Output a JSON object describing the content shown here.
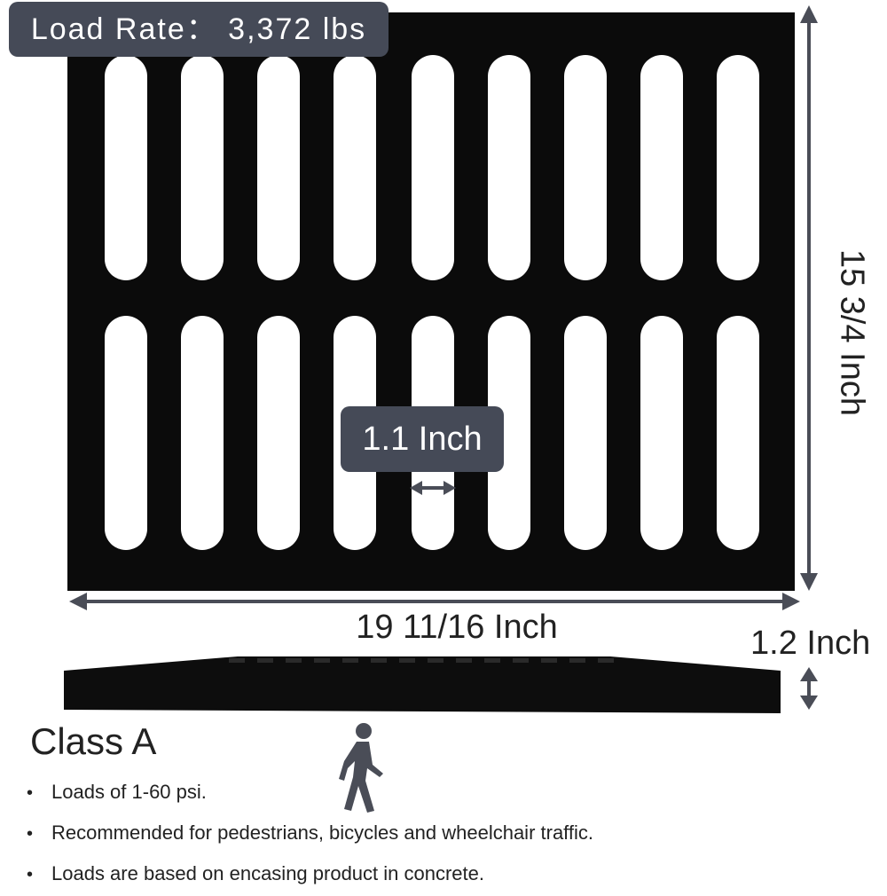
{
  "load_rate": "Load Rate： 3,372 lbs",
  "dimensions": {
    "width": "19 11/16 Inch",
    "height": "15 3/4 Inch",
    "thickness": "1.2 Inch",
    "slot_width": "1.1 Inch"
  },
  "class_info": {
    "title": "Class A",
    "bullets": [
      "Loads of 1-60 psi.",
      "Recommended for pedestrians, bicycles and wheelchair traffic.",
      "Loads are based on encasing product in concrete."
    ]
  },
  "icons": {
    "person": "walking-person-icon",
    "arrows": "double-arrow-icon"
  },
  "colors": {
    "grate": "#0b0b0b",
    "badge": "#454a57",
    "arrow": "#4a4d57"
  }
}
